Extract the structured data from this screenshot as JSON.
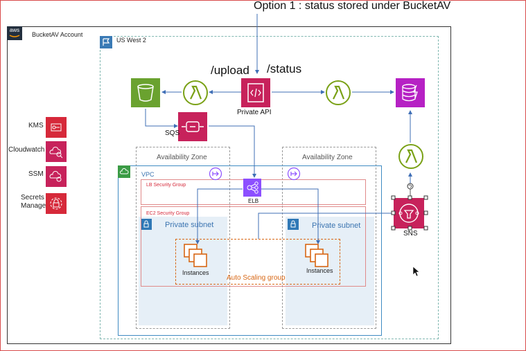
{
  "title": "Option 1 : status stored under BucketAV",
  "account": {
    "label": "BucketAV Account",
    "logo": "aws"
  },
  "region": {
    "label": "US West 2"
  },
  "paths": {
    "upload": "/upload",
    "status": "/status"
  },
  "api": {
    "label": "Private API"
  },
  "sqs": {
    "label": "SQS"
  },
  "elb": {
    "label": "ELB"
  },
  "sns": {
    "label": "SNS"
  },
  "side_services": [
    {
      "label": "KMS",
      "icon": "kms-icon"
    },
    {
      "label": "Cloudwatch",
      "icon": "cloudwatch-icon"
    },
    {
      "label": "SSM",
      "icon": "ssm-icon"
    },
    {
      "label": "Secrets Manager",
      "icon": "secrets-manager-icon"
    }
  ],
  "az": [
    "Availability Zone",
    "Availability Zone"
  ],
  "vpc": {
    "label": "VPC"
  },
  "lb_sg": {
    "label": "LB Security Group"
  },
  "ec2_sg": {
    "label": "EC2 Security Group"
  },
  "subnets": [
    "Private subnet",
    "Private subnet"
  ],
  "instances": [
    "Instances",
    "Instances"
  ],
  "asg": {
    "label": "Auto Scaling group"
  },
  "colors": {
    "storage_green": "#6aa22f",
    "lambda_green": "#7aa116",
    "app_pink": "#c7225b",
    "purple": "#8c4fff",
    "magenta": "#b621c4",
    "security_red": "#d6293a",
    "orange": "#d86613",
    "arrow_blue": "#3f6fb6",
    "az_gray": "#9a9a9a",
    "subnet_blue": "#2f78b6"
  }
}
